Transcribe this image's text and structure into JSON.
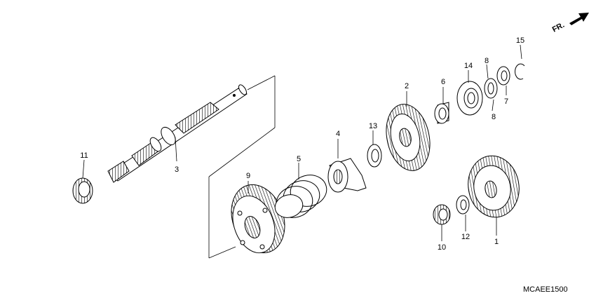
{
  "direction_label": "FR.",
  "diagram_code": "MCAEE1500",
  "callouts": {
    "c1": "1",
    "c2": "2",
    "c3": "3",
    "c4": "4",
    "c5": "5",
    "c6": "6",
    "c7": "7",
    "c8a": "8",
    "c8b": "8",
    "c9": "9",
    "c10": "10",
    "c11": "11",
    "c12": "12",
    "c13": "13",
    "c14": "14",
    "c15": "15"
  }
}
